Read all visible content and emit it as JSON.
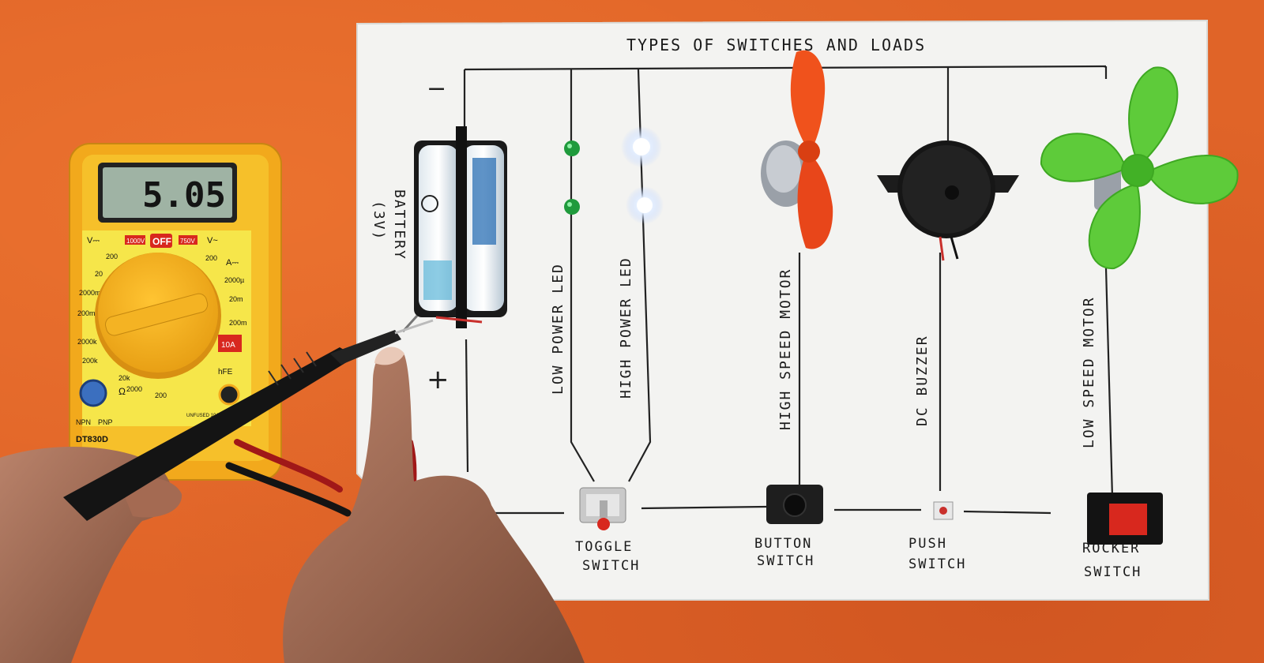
{
  "board": {
    "title": "TYPES OF SWITCHES AND LOADS",
    "battery_label": "BATTERY",
    "battery_voltage": "(3V)",
    "minus_sign": "−",
    "plus_sign": "+",
    "loads": [
      {
        "label": "LOW POWER LED"
      },
      {
        "label": "HIGH POWER LED"
      },
      {
        "label": "HIGH SPEED MOTOR"
      },
      {
        "label": "DC BUZZER"
      },
      {
        "label": "LOW SPEED MOTOR"
      }
    ],
    "switches": [
      {
        "line1": "TOGGLE",
        "line2": "SWITCH"
      },
      {
        "line1": "BUTTON",
        "line2": "SWITCH"
      },
      {
        "line1": "PUSH",
        "line2": "SWITCH"
      },
      {
        "line1": "ROCKER",
        "line2": "SWITCH"
      }
    ]
  },
  "multimeter": {
    "reading": "5.05",
    "model": "DT830D",
    "dial_labels": {
      "off": "OFF",
      "v_dc": "V⎓",
      "v_ac": "V~",
      "amp": "A⎓",
      "ohm": "Ω",
      "hfe": "hFE",
      "range_1000v": "1000V",
      "range_750v": "750V",
      "range_10a": "10A",
      "npn": "NPN",
      "pnp": "PNP"
    },
    "dial_ranges": [
      "200",
      "20",
      "2000m",
      "200m",
      "2000k",
      "200k",
      "20k",
      "2000",
      "200",
      "2000µ",
      "20m",
      "200m",
      "200"
    ],
    "warning": "UNFUSED 10A MAX"
  },
  "colors": {
    "background": "#e06428",
    "board": "#f3f3f1",
    "meter_body": "#f2a91c",
    "meter_face": "#f6e64a",
    "fan_orange": "#f0521c",
    "fan_green": "#5ecb3a",
    "led_green": "#1f9a3c",
    "led_white": "#eef6ff",
    "rocker_red": "#d8281e",
    "probe_black": "#141414"
  }
}
